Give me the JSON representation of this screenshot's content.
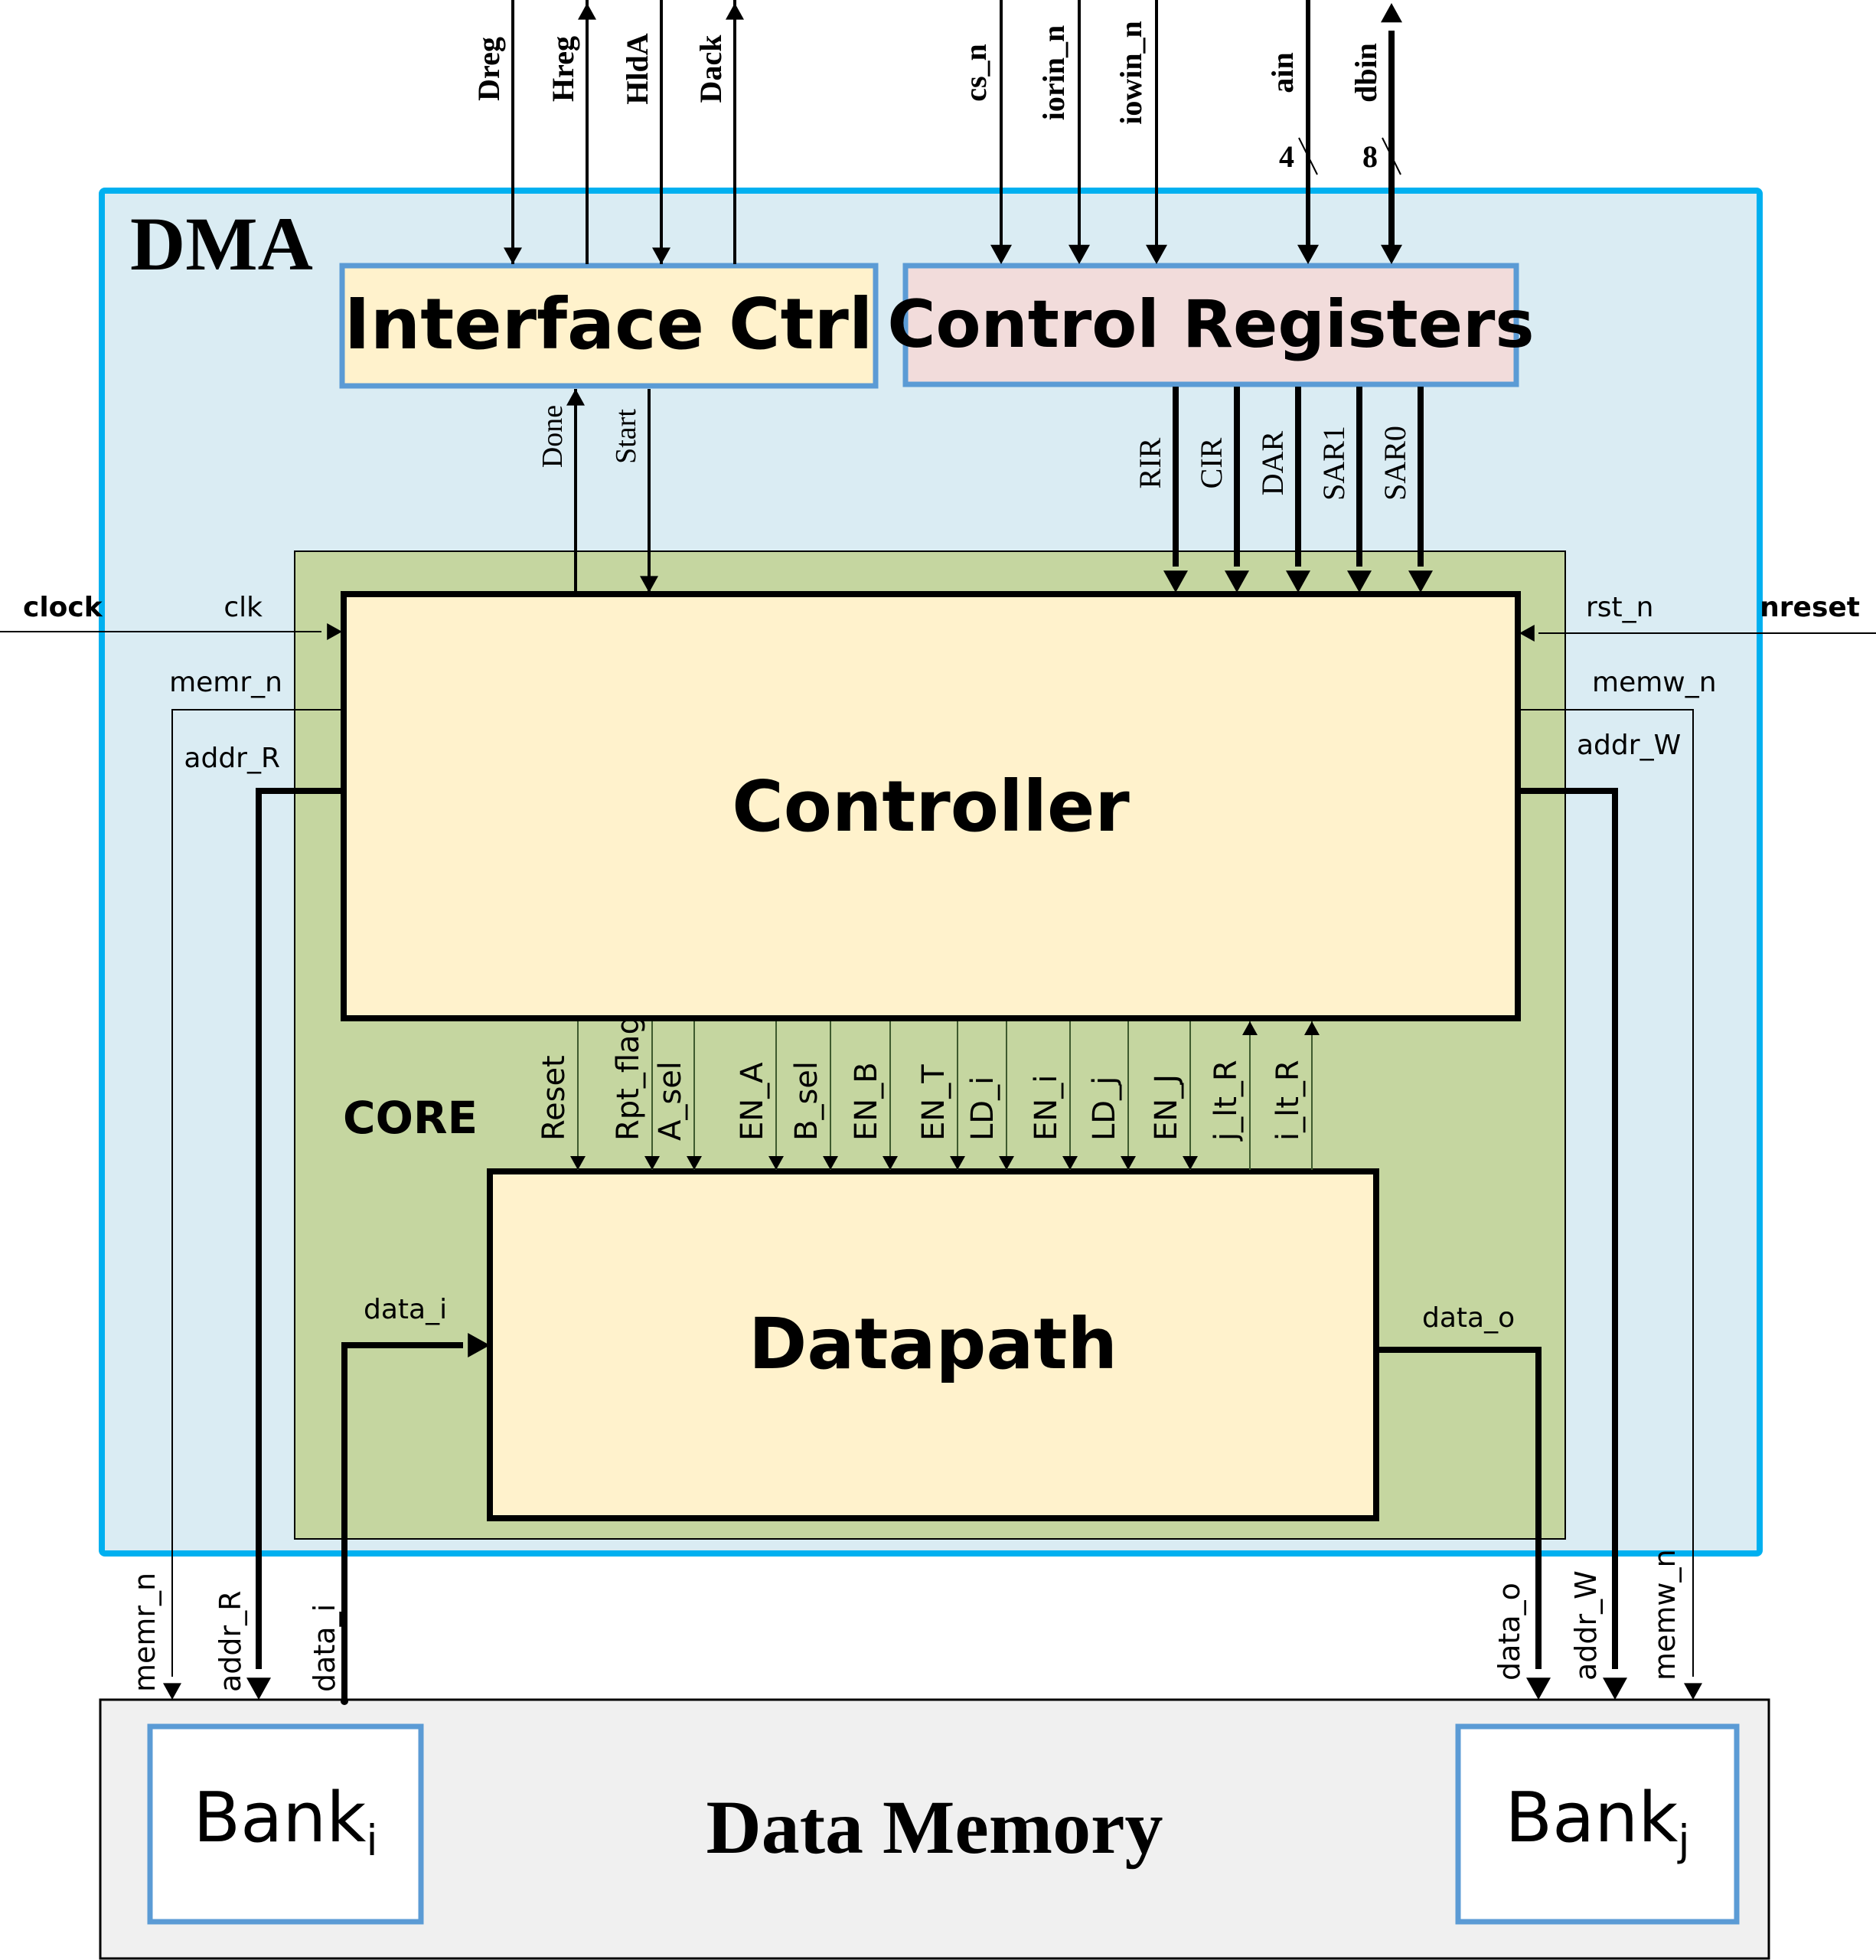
{
  "diagram": {
    "title": "DMA",
    "colors": {
      "dma_fill": "#daecf3",
      "dma_border": "#00b0f0",
      "core_fill": "#c5d6a0",
      "block_fill": "#fff2cc",
      "ctrl_reg_fill": "#f2dcdb",
      "block_border": "#5b9bd5",
      "memory_fill": "#f0f0f0",
      "bank_fill": "#ffffff"
    },
    "blocks": {
      "interface_ctrl": "Interface Ctrl",
      "control_registers": "Control Registers",
      "core": "CORE",
      "controller": "Controller",
      "datapath": "Datapath",
      "data_memory": "Data Memory",
      "bank_i": {
        "base": "Bank",
        "sub": "i"
      },
      "bank_j": {
        "base": "Bank",
        "sub": "j"
      }
    },
    "interface_signals": [
      {
        "name": "Dreg",
        "direction": "in"
      },
      {
        "name": "Hreg",
        "direction": "out"
      },
      {
        "name": "HldA",
        "direction": "in"
      },
      {
        "name": "Dack",
        "direction": "out"
      }
    ],
    "register_signals": [
      {
        "name": "cs_n",
        "direction": "in"
      },
      {
        "name": "iorin_n",
        "direction": "in"
      },
      {
        "name": "iowin_n",
        "direction": "in"
      },
      {
        "name": "ain",
        "direction": "in",
        "width": "4"
      },
      {
        "name": "dbin",
        "direction": "bidirectional",
        "width": "8"
      }
    ],
    "handshake_signals": [
      {
        "name": "Done",
        "direction": "up"
      },
      {
        "name": "Start",
        "direction": "down"
      }
    ],
    "register_outputs": [
      "RIR",
      "CIR",
      "DAR",
      "SAR1",
      "SAR0"
    ],
    "left_signals": {
      "external_clock": "clock",
      "clk": "clk",
      "memr_n": "memr_n",
      "addr_R": "addr_R",
      "data_i": "data_i"
    },
    "right_signals": {
      "external_reset": "nreset",
      "rst_n": "rst_n",
      "memw_n": "memw_n",
      "addr_W": "addr_W",
      "data_o": "data_o"
    },
    "control_signals": [
      {
        "name": "Reset",
        "direction": "down"
      },
      {
        "name": "Rpt_flag",
        "direction": "down"
      },
      {
        "name": "A_sel",
        "direction": "down"
      },
      {
        "name": "EN_A",
        "direction": "down"
      },
      {
        "name": "B_sel",
        "direction": "down"
      },
      {
        "name": "EN_B",
        "direction": "down"
      },
      {
        "name": "EN_T",
        "direction": "down"
      },
      {
        "name": "LD_i",
        "direction": "down"
      },
      {
        "name": "EN_i",
        "direction": "down"
      },
      {
        "name": "LD_j",
        "direction": "down"
      },
      {
        "name": "EN_J",
        "direction": "down"
      },
      {
        "name": "j_lt_R",
        "direction": "up"
      },
      {
        "name": "i_lt_R",
        "direction": "up"
      }
    ],
    "memory_bus_left": [
      "memr_n",
      "addr_R",
      "data_i"
    ],
    "memory_bus_right": [
      "data_o",
      "addr_W",
      "memw_n"
    ]
  }
}
